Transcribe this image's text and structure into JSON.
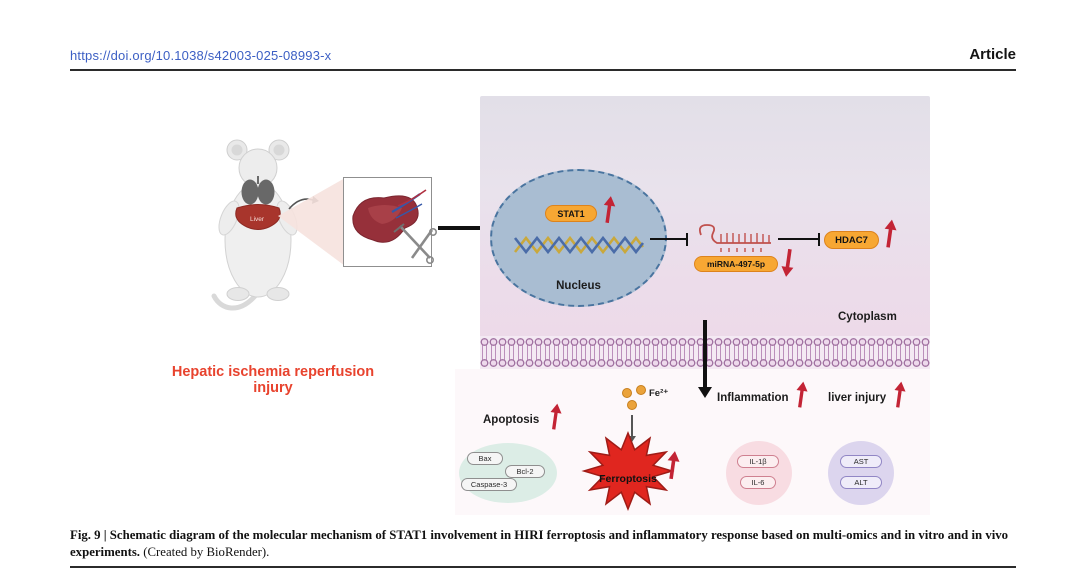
{
  "header": {
    "doi": "https://doi.org/10.1038/s42003-025-08993-x",
    "article_label": "Article"
  },
  "figure": {
    "injury_label": "Hepatic ischemia reperfusion injury",
    "mouse": {
      "liver_label": "Liver"
    },
    "cell": {
      "nucleus_label": "Nucleus",
      "cytoplasm_label": "Cytoplasm",
      "stat1_label": "STAT1",
      "mirna_label": "miRNA-497-5p",
      "hdac7_label": "HDAC7"
    },
    "ferroptosis": {
      "fe_label": "Fe²⁺",
      "label": "Ferroptosis"
    },
    "apoptosis": {
      "title": "Apoptosis",
      "items": [
        "Bax",
        "Bcl-2",
        "Caspase-3"
      ]
    },
    "inflammation": {
      "title": "Inflammation",
      "items": [
        "IL-1β",
        "IL-6"
      ]
    },
    "liver_injury": {
      "title": "liver injury",
      "items": [
        "AST",
        "ALT"
      ]
    }
  },
  "caption": {
    "bold": "Fig. 9 | Schematic diagram of the molecular mechanism of STAT1 involvement in HIRI ferroptosis and inflammatory response based on multi-omics and in vitro and in vivo experiments.",
    "regular": " (Created by BioRender)."
  },
  "colors": {
    "link_blue": "#3c5fc4",
    "accent_orange": "#f7a733",
    "arrow_red": "#c32435",
    "injury_red": "#e8432e",
    "star_red": "#e0261f",
    "nucleus_blue": "#a9bdd2"
  }
}
